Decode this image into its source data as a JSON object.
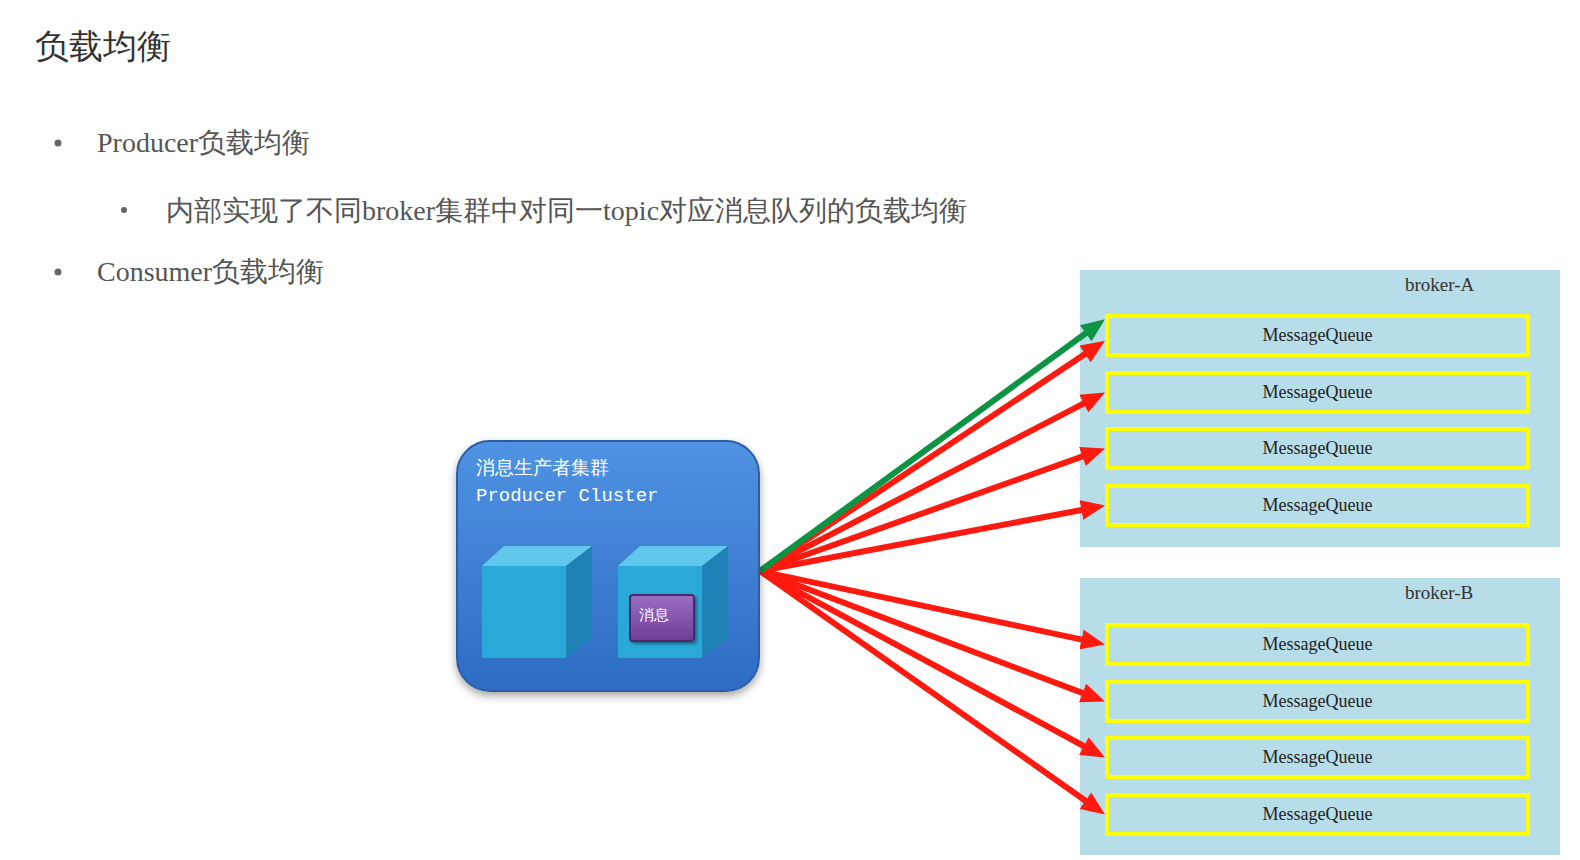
{
  "diagram": {
    "title": "负载均衡",
    "nodes": [
      {
        "text": [
          "消息生产者集群",
          "Producer Cluster"
        ]
      },
      {
        "text": [
          "消息"
        ],
        "in": 0
      },
      {
        "text": [
          "broker-A"
        ]
      },
      {
        "text": [
          "MessageQueue"
        ],
        "in": 2
      },
      {
        "text": [
          "MessageQueue"
        ],
        "in": 2
      },
      {
        "text": [
          "MessageQueue"
        ],
        "in": 2
      },
      {
        "text": [
          "MessageQueue"
        ],
        "in": 2
      },
      {
        "text": [
          "broker-B"
        ]
      },
      {
        "text": [
          "MessageQueue"
        ],
        "in": 7
      },
      {
        "text": [
          "MessageQueue"
        ],
        "in": 7
      },
      {
        "text": [
          "MessageQueue"
        ],
        "in": 7
      },
      {
        "text": [
          "MessageQueue"
        ],
        "in": 7
      }
    ],
    "edges": [
      {
        "from": 0,
        "to": 3,
        "arrow": "to"
      },
      {
        "from": 0,
        "to": 4,
        "arrow": "to"
      },
      {
        "from": 0,
        "to": 5,
        "arrow": "to"
      },
      {
        "from": 0,
        "to": 6,
        "arrow": "to"
      },
      {
        "from": 0,
        "to": 8,
        "arrow": "to"
      },
      {
        "from": 0,
        "to": 9,
        "arrow": "to"
      },
      {
        "from": 0,
        "to": 10,
        "arrow": "to"
      },
      {
        "from": 0,
        "to": 11,
        "arrow": "to"
      },
      {
        "from": 0,
        "to": 3,
        "arrow": "to"
      }
    ],
    "labels": [
      "Producer负载均衡",
      "内部实现了不同broker集群中对同一topic对应消息队列的负载均衡",
      "Consumer负载均衡"
    ]
  }
}
